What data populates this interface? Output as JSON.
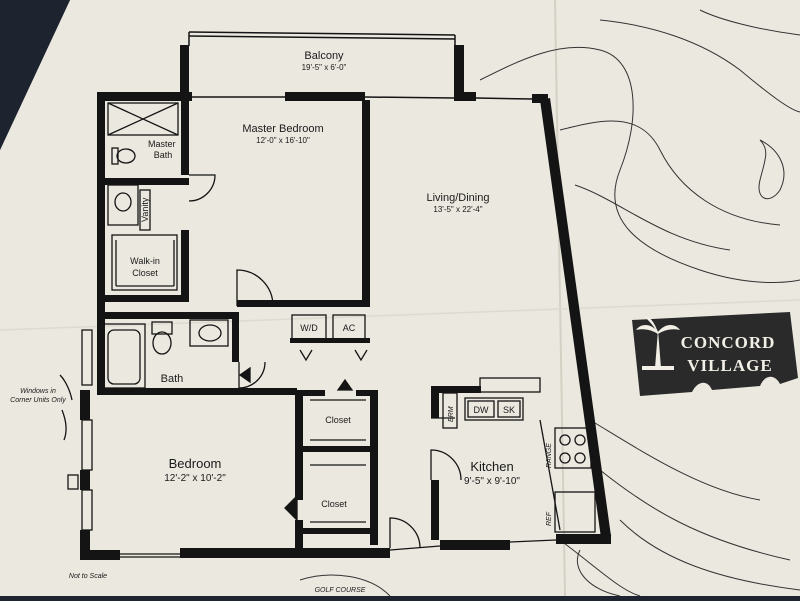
{
  "rooms": {
    "balcony": {
      "name": "Balcony",
      "dims": "19'-5\" x 6'-0\""
    },
    "master_bedroom": {
      "name": "Master Bedroom",
      "dims": "12'-0\" x 16'-10\""
    },
    "living_dining": {
      "name": "Living/Dining",
      "dims": "13'-5\" x 22'-4\""
    },
    "master_bath": {
      "name": "Master Bath"
    },
    "vanity": {
      "name": "Vanity"
    },
    "walk_in_closet": {
      "name": "Walk-in Closet",
      "line1": "Walk-in",
      "line2": "Closet"
    },
    "bath": {
      "name": "Bath"
    },
    "bedroom": {
      "name": "Bedroom",
      "dims": "12'-2\" x 10'-2\""
    },
    "closet_upper": {
      "name": "Closet"
    },
    "closet_lower": {
      "name": "Closet"
    },
    "kitchen": {
      "name": "Kitchen",
      "dims": "9'-5\" x 9'-10\""
    }
  },
  "appliances": {
    "wd": "W/D",
    "ac": "AC",
    "dw": "DW",
    "sk": "SK",
    "range": "RANGE",
    "ref": "REF",
    "brm": "BRM"
  },
  "notes": {
    "windows_line1": "Windows in",
    "windows_line2": "Corner Units Only",
    "not_to_scale": "Not to Scale",
    "golf_course": "GOLF COURSE"
  },
  "logo": {
    "line1": "CONCORD",
    "line2": "VILLAGE"
  },
  "colors": {
    "paper": "#ebe8df",
    "wall": "#141414",
    "background": "#1e2330",
    "logo": "#2a2a2a"
  }
}
